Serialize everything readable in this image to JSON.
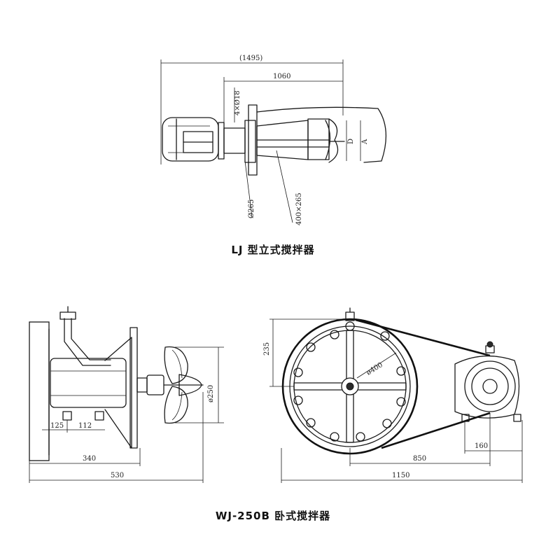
{
  "lj": {
    "caption": "LJ 型立式搅拌器",
    "dims": {
      "overall": "(1495)",
      "length": "1060",
      "holes": "4×Ø18",
      "shaft_dia": "Ø265",
      "flange": "400×265",
      "d": "D",
      "a": "A"
    }
  },
  "wj": {
    "caption": "WJ-250B 卧式搅拌器",
    "dims": {
      "d125": "125",
      "d112": "112",
      "d340": "340",
      "d530": "530",
      "prop_dia": "ø250",
      "d235": "235",
      "pulley_dia": "ø400",
      "d160": "160",
      "d850": "850",
      "d1150": "1150"
    }
  }
}
